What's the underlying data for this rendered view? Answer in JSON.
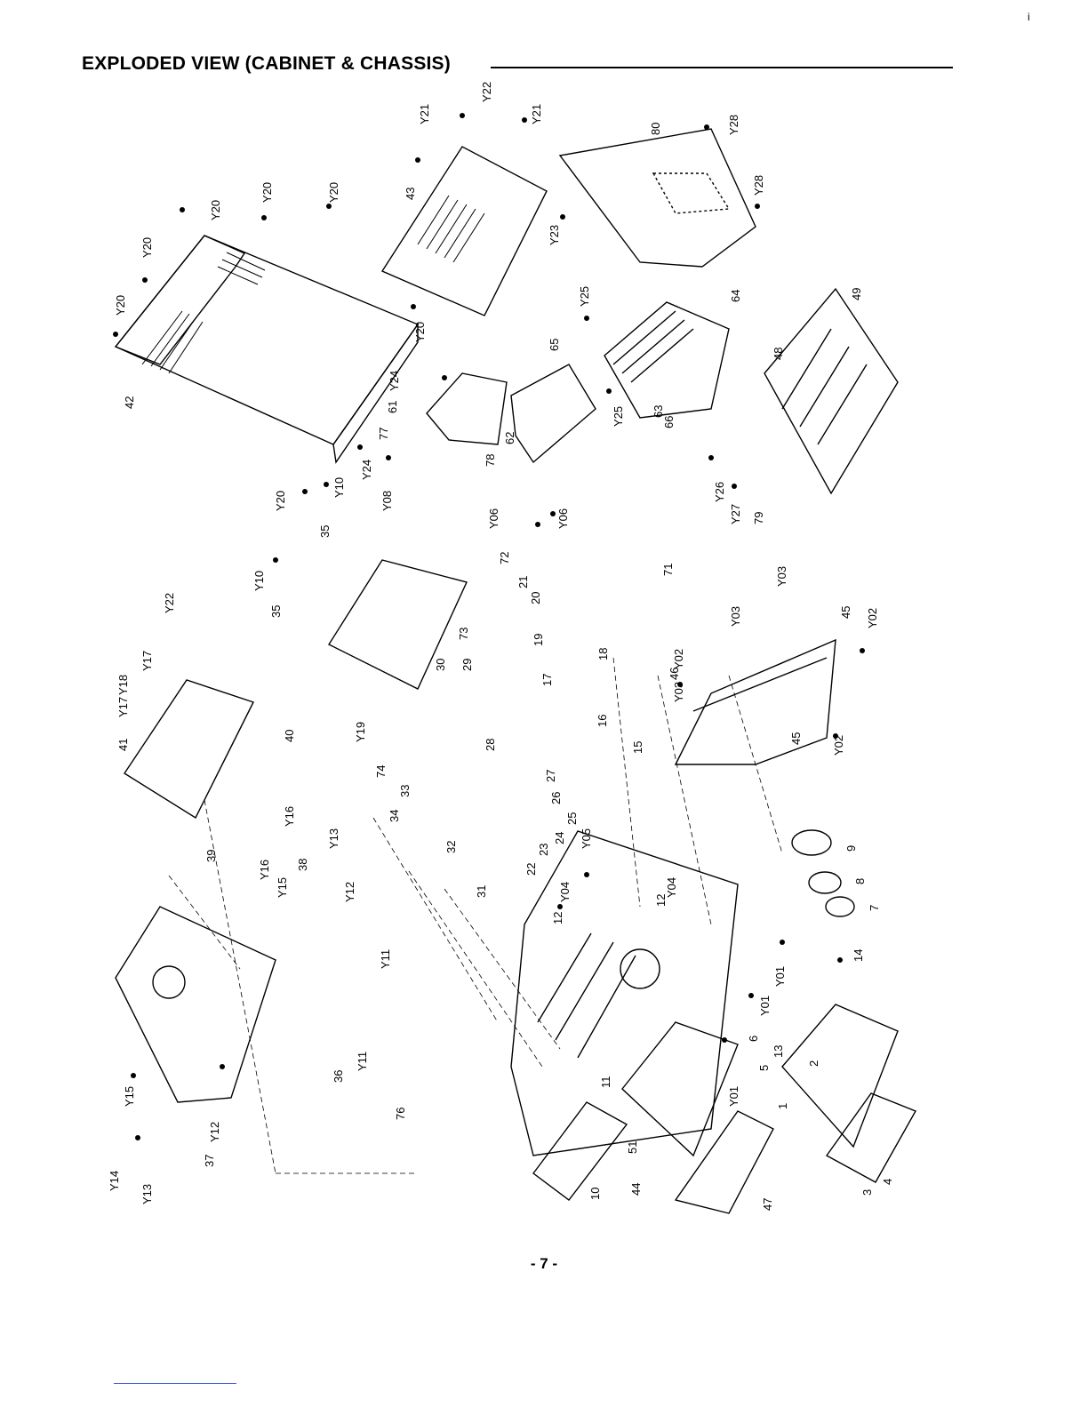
{
  "header": {
    "title": "EXPLODED  VIEW (CABINET & CHASSIS)",
    "corner_mark": "i"
  },
  "footer": {
    "page_number": "- 7 -"
  },
  "part_labels": [
    "Y21",
    "Y22",
    "Y21",
    "43",
    "80",
    "Y28",
    "Y23",
    "Y28",
    "42",
    "Y20",
    "Y20",
    "Y20",
    "Y20",
    "Y20",
    "Y20",
    "Y20",
    "65",
    "64",
    "Y25",
    "48",
    "49",
    "Y24",
    "61",
    "77",
    "62",
    "Y25",
    "63",
    "66",
    "Y24",
    "78",
    "Y26",
    "Y27",
    "79",
    "Y10",
    "35",
    "Y08",
    "Y10",
    "35",
    "73",
    "72",
    "Y06",
    "Y06",
    "21",
    "20",
    "19",
    "71",
    "Y03",
    "Y03",
    "45",
    "Y02",
    "Y02",
    "46",
    "Y03",
    "18",
    "17",
    "16",
    "15",
    "45",
    "Y02",
    "Y22",
    "Y17",
    "Y18",
    "Y17",
    "41",
    "40",
    "30",
    "29",
    "Y19",
    "74",
    "28",
    "27",
    "33",
    "34",
    "26",
    "25",
    "24",
    "23",
    "22",
    "Y05",
    "Y16",
    "39",
    "Y16",
    "Y15",
    "38",
    "Y13",
    "Y12",
    "32",
    "31",
    "12",
    "Y04",
    "12",
    "Y04",
    "9",
    "8",
    "7",
    "Y11",
    "Y11",
    "36",
    "76",
    "Y15",
    "37",
    "Y12",
    "Y14",
    "Y13",
    "11",
    "Y01",
    "13",
    "Y01",
    "6",
    "14",
    "Y01",
    "5",
    "2",
    "1",
    "51",
    "10",
    "44",
    "47",
    "4",
    "3"
  ]
}
